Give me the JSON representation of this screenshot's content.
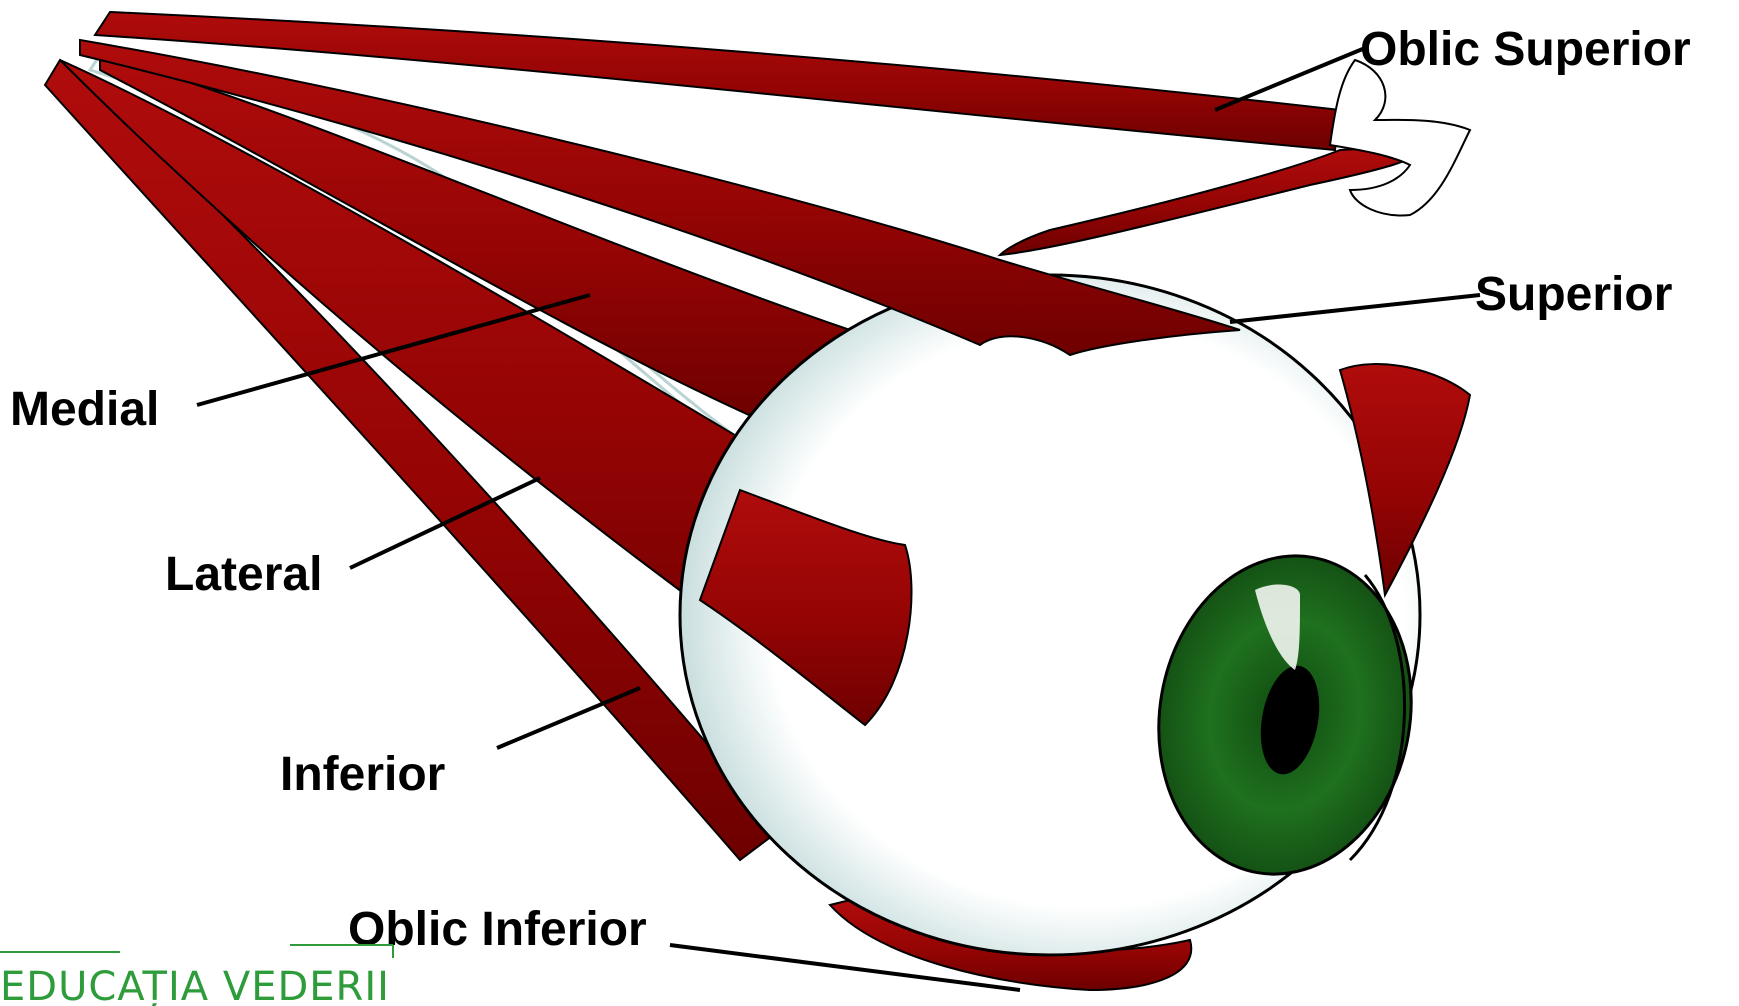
{
  "labels": {
    "superior_oblique": "Oblic Superior",
    "superior": "Superior",
    "medial": "Medial",
    "lateral": "Lateral",
    "inferior": "Inferior",
    "inferior_oblique": "Oblic Inferior"
  },
  "brand": "EDUCAȚIA VEDERII",
  "colors": {
    "muscle": "#9a0505",
    "muscle_dark": "#6a0000",
    "eye_white": "#ffffff",
    "sclera_shade": "#cfe3e3",
    "iris": "#1e6b1e",
    "pupil": "#000000",
    "brand": "#2e9c3a"
  }
}
